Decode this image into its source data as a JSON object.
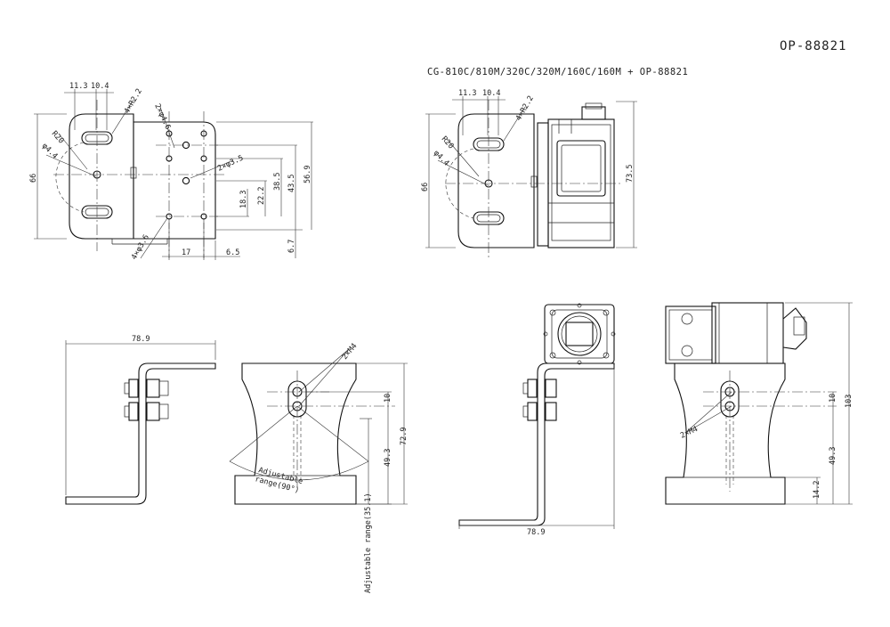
{
  "header": {
    "part_number": "OP-88821",
    "compatibility": "CG-810C/810M/320C/320M/160C/160M + OP-88821"
  },
  "front_view": {
    "dims": [
      "11.3",
      "10.4",
      "4×R2.2",
      "2×φ4.6",
      "R20",
      "φ4.4",
      "2×φ3.5",
      "66",
      "43.5",
      "56.9",
      "38.5",
      "22.2",
      "18.3",
      "6.7",
      "17",
      "6.5",
      "4×φ3.6"
    ]
  },
  "assembly_front_view": {
    "dims": [
      "11.3",
      "10.4",
      "4×R2.2",
      "R20",
      "φ4.4",
      "66",
      "73.5"
    ]
  },
  "side_view": {
    "dims": [
      "78.9"
    ]
  },
  "pivot_view": {
    "dims": [
      "2×M4",
      "10",
      "72.9",
      "49.3",
      "Adjustable",
      "range(90°)",
      "Adjustable range(35.1)"
    ]
  },
  "assembly_side_view": {
    "dims": [
      "78.9"
    ]
  },
  "assembly_pivot_view": {
    "dims": [
      "2×M4",
      "10",
      "103",
      "49.3",
      "14.2"
    ]
  }
}
